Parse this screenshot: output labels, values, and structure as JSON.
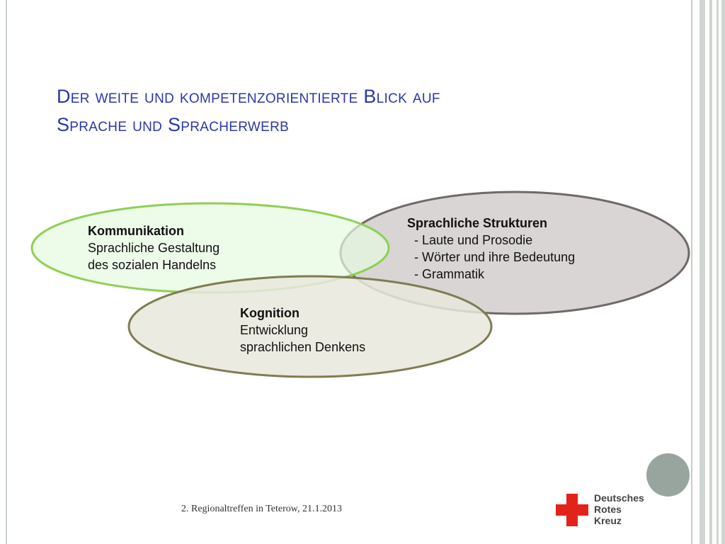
{
  "title": {
    "line1": "Der weite und kompetenzorientierte Blick auf",
    "line2": "Sprache und Spracherwerb"
  },
  "ellipses": {
    "kommunikation": {
      "heading": "Kommunikation",
      "lines": [
        "Sprachliche Gestaltung",
        "des sozialen Handelns"
      ],
      "fill": "#e6f9e0",
      "stroke": "#8fcf55"
    },
    "strukturen": {
      "heading": "Sprachliche Strukturen",
      "lines": [
        "  - Laute und Prosodie",
        "  - Wörter und ihre Bedeutung",
        "  - Grammatik"
      ],
      "fill": "#d9d5d5",
      "stroke": "#6f6a66"
    },
    "kognition": {
      "heading": "Kognition",
      "lines": [
        "Entwicklung",
        "sprachlichen Denkens"
      ],
      "fill": "#e7e7dc",
      "stroke": "#7f7c52"
    }
  },
  "footer": {
    "text": "2. Regionaltreffen in Teterow, 21.1.2013"
  },
  "logo": {
    "line1": "Deutsches",
    "line2": "Rotes",
    "line3": "Kreuz",
    "cross_color": "#e2231a"
  },
  "colors": {
    "title": "#2a37a8",
    "deco_circle": "#98a59e"
  }
}
